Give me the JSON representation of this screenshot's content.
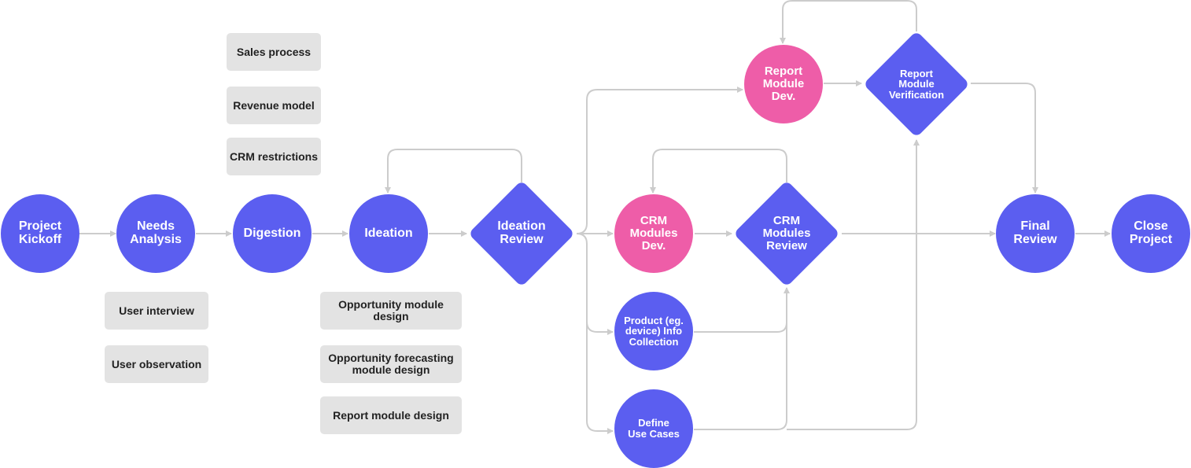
{
  "colors": {
    "node_primary": "#5b5ef0",
    "node_accent": "#ee5da8",
    "note_bg": "#e3e3e3",
    "connector": "#cccccc"
  },
  "nodes": {
    "project_kickoff": "Project\nKickoff",
    "needs_analysis": "Needs\nAnalysis",
    "digestion": "Digestion",
    "ideation": "Ideation",
    "ideation_review": "Ideation\nReview",
    "report_module_dev": "Report\nModule\nDev.",
    "report_module_verification": "Report\nModule\nVerification",
    "crm_modules_dev": "CRM\nModules\nDev.",
    "crm_modules_review": "CRM\nModules\nReview",
    "product_info_collection": "Product (eg.\ndevice) Info\nCollection",
    "define_use_cases": "Define\nUse Cases",
    "final_review": "Final\nReview",
    "close_project": "Close\nProject"
  },
  "notes": {
    "sales_process": "Sales process",
    "revenue_model": "Revenue model",
    "crm_restrictions": "CRM restrictions",
    "user_interview": "User interview",
    "user_observation": "User observation",
    "opportunity_module_design": "Opportunity module\ndesign",
    "opportunity_forecasting_module_design": "Opportunity forecasting\nmodule design",
    "report_module_design": "Report module design"
  }
}
